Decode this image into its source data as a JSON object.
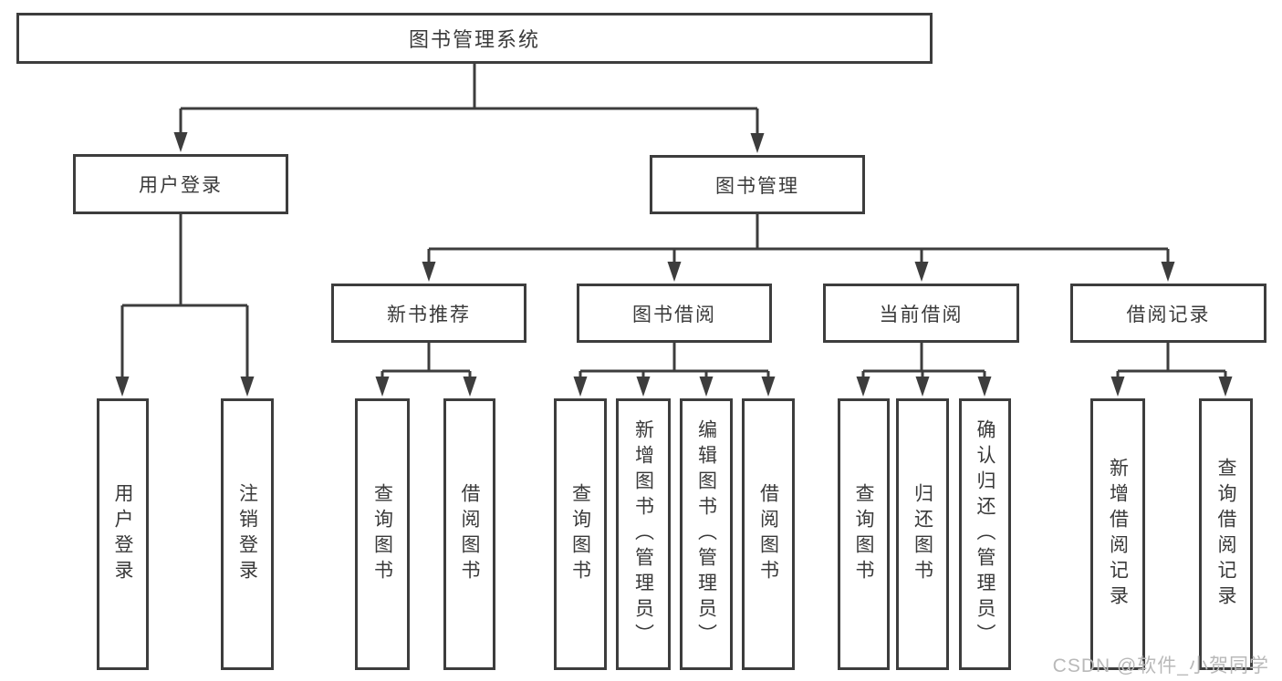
{
  "diagram": {
    "watermark": "CSDN @软件_小贺同学",
    "colors": {
      "line": "#3d3d3d",
      "text": "#3a3a3a",
      "watermark": "#b9b9b9",
      "background": "#ffffff"
    },
    "nodes": {
      "root": {
        "label": "图书管理系统"
      },
      "level2": [
        {
          "label": "用户登录"
        },
        {
          "label": "图书管理"
        }
      ],
      "level3": [
        {
          "label": "新书推荐"
        },
        {
          "label": "图书借阅"
        },
        {
          "label": "当前借阅"
        },
        {
          "label": "借阅记录"
        }
      ],
      "leaves": [
        {
          "label": "用户登录"
        },
        {
          "label": "注销登录"
        },
        {
          "label": "查询图书"
        },
        {
          "label": "借阅图书"
        },
        {
          "label": "查询图书"
        },
        {
          "label": "新增图书（管理员）"
        },
        {
          "label": "编辑图书（管理员）"
        },
        {
          "label": "借阅图书"
        },
        {
          "label": "查询图书"
        },
        {
          "label": "归还图书"
        },
        {
          "label": "确认归还（管理员）"
        },
        {
          "label": "新增借阅记录"
        },
        {
          "label": "查询借阅记录"
        }
      ]
    }
  }
}
